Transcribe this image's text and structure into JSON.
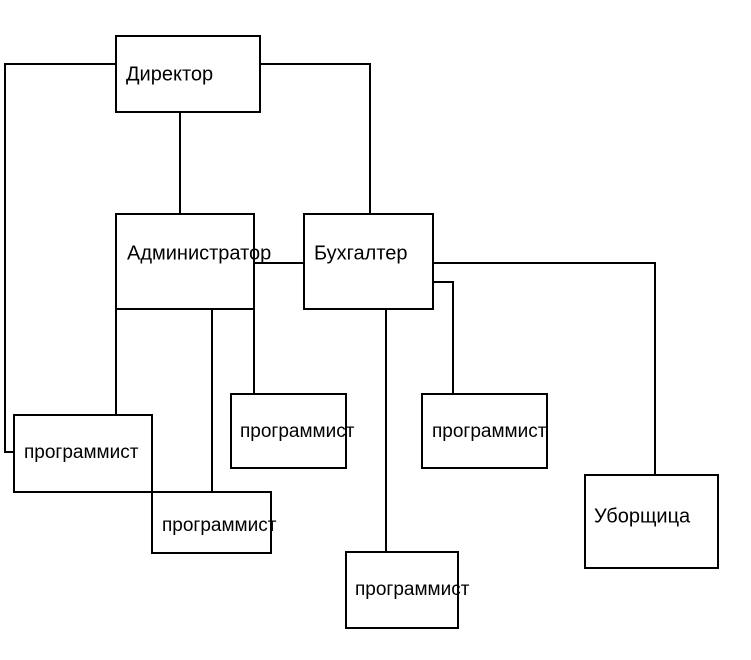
{
  "diagram": {
    "nodes": {
      "director": "Директор",
      "admin": "Администратор",
      "accountant": "Бухгалтер",
      "programmer_1": "программист",
      "programmer_2": "программист",
      "programmer_3": "программист",
      "programmer_4": "программист",
      "programmer_5": "программист",
      "cleaner": "Уборщица"
    }
  }
}
